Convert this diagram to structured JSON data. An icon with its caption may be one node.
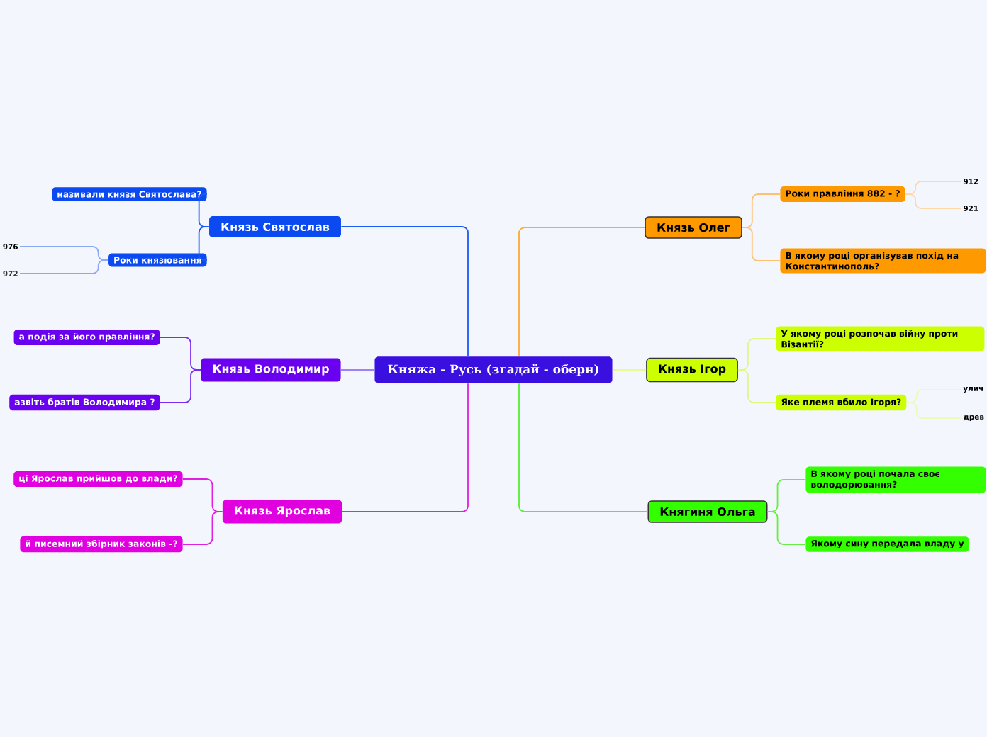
{
  "diagram": {
    "nodes": [
      {
        "text": [
          "Княжа - Русь (згадай - оберн)"
        ]
      },
      {
        "text": [
          "Князь Святослав"
        ]
      },
      {
        "text": [
          "називали князя Святослава?"
        ]
      },
      {
        "text": [
          "Роки князювання"
        ]
      },
      {
        "text": [
          "976"
        ]
      },
      {
        "text": [
          "972"
        ]
      },
      {
        "text": [
          "Князь Володимир"
        ]
      },
      {
        "text": [
          "а подія за його правління?"
        ]
      },
      {
        "text": [
          "азвіть братів Володимира ?"
        ]
      },
      {
        "text": [
          "Князь Ярослав"
        ]
      },
      {
        "text": [
          "ці Ярослав прийшов до влади?"
        ]
      },
      {
        "text": [
          "й писемний збірник законів -?"
        ]
      },
      {
        "text": [
          "Князь Олег"
        ]
      },
      {
        "text": [
          "Роки правління 882 - ?"
        ]
      },
      {
        "text": [
          "912"
        ]
      },
      {
        "text": [
          "921"
        ]
      },
      {
        "text": [
          "В якому році організував похід на Константинополь?"
        ]
      },
      {
        "text": [
          "Князь Ігор"
        ]
      },
      {
        "text": [
          "У якому році розпочав війну проти Візантії?"
        ]
      },
      {
        "text": [
          "Яке племя вбило Ігоря?"
        ]
      },
      {
        "text": [
          "улич"
        ]
      },
      {
        "text": [
          "древ"
        ]
      },
      {
        "text": [
          "Княгиня Ольга"
        ]
      },
      {
        "text": [
          "В якому році почала своє володорювання?"
        ]
      },
      {
        "text": [
          "Якому сину передала владу у"
        ]
      }
    ],
    "edges": [
      {
        "from": 0,
        "to": 1,
        "arrow": "none",
        "color": "#1a5af5"
      },
      {
        "from": 1,
        "to": 2,
        "arrow": "none",
        "color": "#1a5af5"
      },
      {
        "from": 1,
        "to": 3,
        "arrow": "none",
        "color": "#1a5af5"
      },
      {
        "from": 3,
        "to": 4,
        "arrow": "none",
        "color": "#8aa8f5"
      },
      {
        "from": 3,
        "to": 5,
        "arrow": "none",
        "color": "#8aa8f5"
      },
      {
        "from": 0,
        "to": 6,
        "arrow": "none",
        "color": "#a080f5"
      },
      {
        "from": 6,
        "to": 7,
        "arrow": "none",
        "color": "#7a2cf5"
      },
      {
        "from": 6,
        "to": 8,
        "arrow": "none",
        "color": "#7a2cf5"
      },
      {
        "from": 0,
        "to": 9,
        "arrow": "none",
        "color": "#e020e0"
      },
      {
        "from": 9,
        "to": 10,
        "arrow": "none",
        "color": "#e020e0"
      },
      {
        "from": 9,
        "to": 11,
        "arrow": "none",
        "color": "#e020e0"
      },
      {
        "from": 0,
        "to": 12,
        "arrow": "none",
        "color": "#ffaa30"
      },
      {
        "from": 12,
        "to": 13,
        "arrow": "none",
        "color": "#ffc070"
      },
      {
        "from": 12,
        "to": 16,
        "arrow": "none",
        "color": "#ffc070"
      },
      {
        "from": 13,
        "to": 14,
        "arrow": "none",
        "color": "#ffd8a8"
      },
      {
        "from": 13,
        "to": 15,
        "arrow": "none",
        "color": "#ffd8a8"
      },
      {
        "from": 0,
        "to": 17,
        "arrow": "none",
        "color": "#e8fa90"
      },
      {
        "from": 17,
        "to": 18,
        "arrow": "none",
        "color": "#e0f880"
      },
      {
        "from": 17,
        "to": 19,
        "arrow": "none",
        "color": "#e0f880"
      },
      {
        "from": 19,
        "to": 20,
        "arrow": "none",
        "color": "#eefab8"
      },
      {
        "from": 19,
        "to": 21,
        "arrow": "none",
        "color": "#eefab8"
      },
      {
        "from": 0,
        "to": 22,
        "arrow": "none",
        "color": "#55ee33"
      },
      {
        "from": 22,
        "to": 23,
        "arrow": "none",
        "color": "#66ee44"
      },
      {
        "from": 22,
        "to": 24,
        "arrow": "none",
        "color": "#66ee44"
      }
    ]
  }
}
